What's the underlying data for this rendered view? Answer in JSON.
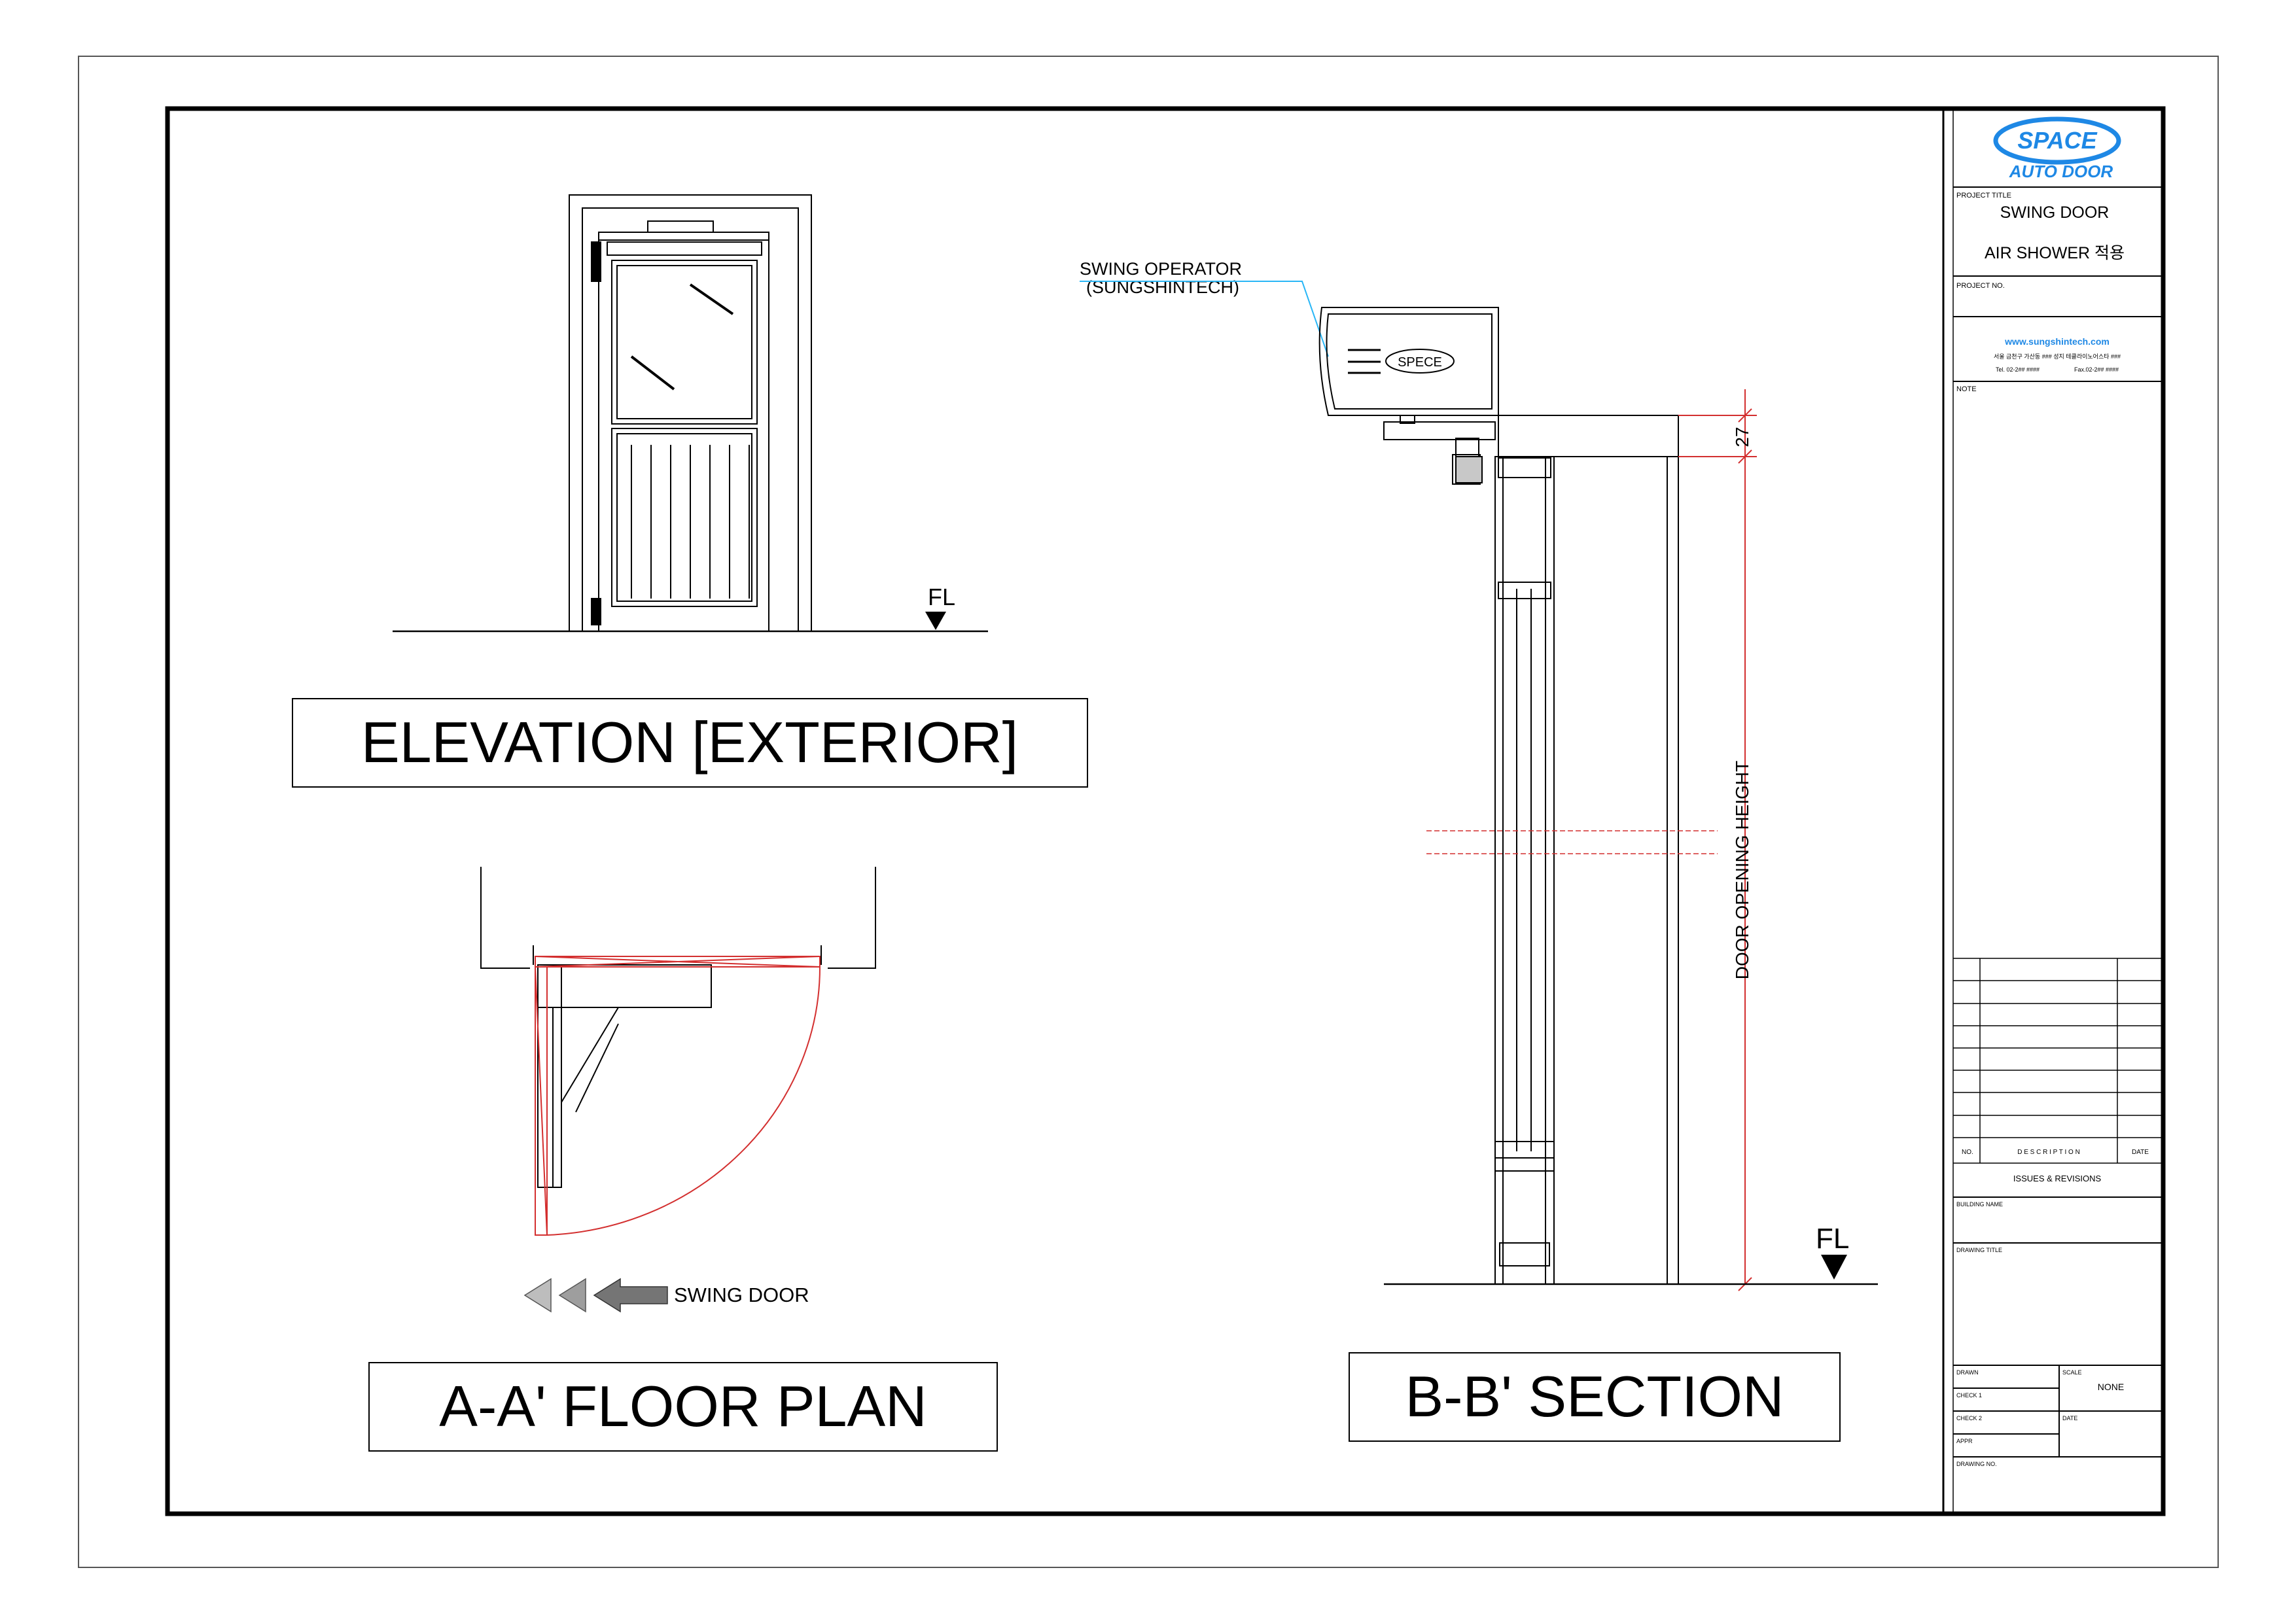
{
  "logo": {
    "line1": "SPACE",
    "line2": "AUTO DOOR"
  },
  "title_block": {
    "project_title_label": "PROJECT TITLE",
    "project_title_1": "SWING DOOR",
    "project_title_2": "AIR SHOWER 적용",
    "project_no_label": "PROJECT NO.",
    "website": "www.sungshintech.com",
    "address": "서울 금천구 가산동 ### 성지 테클라이노어스타 ###",
    "tel": "Tel. 02-2## ####",
    "fax": "Fax.02-2## ####",
    "note_label": "NOTE",
    "rev_no": "NO.",
    "rev_desc": "D E S C R I P T I O N",
    "rev_date": "DATE",
    "issues_revisions": "ISSUES & REVISIONS",
    "building_name": "BUILDING NAME",
    "drawing_title": "DRAWING TITLE",
    "drawn": "DRAWN",
    "scale_label": "SCALE",
    "scale_value": "NONE",
    "check1": "CHECK 1",
    "check2": "CHECK 2",
    "date_label": "DATE",
    "appr": "APPR",
    "drawing_no": "DRAWING NO."
  },
  "elevation": {
    "title": "ELEVATION [EXTERIOR]",
    "fl": "FL"
  },
  "floor_plan": {
    "title": "A-A' FLOOR PLAN",
    "swing_label": "SWING DOOR"
  },
  "section": {
    "title": "B-B' SECTION",
    "operator_label_1": "SWING OPERATOR",
    "operator_label_2": "(SUNGSHINTECH)",
    "operator_brand": "SPECE",
    "dim_27": "27",
    "dim_height": "DOOR OPENING HEIGHT",
    "fl": "FL"
  },
  "colors": {
    "red": "#d32f2f",
    "cyan": "#29b6f6",
    "logo_blue": "#1e88e5"
  }
}
